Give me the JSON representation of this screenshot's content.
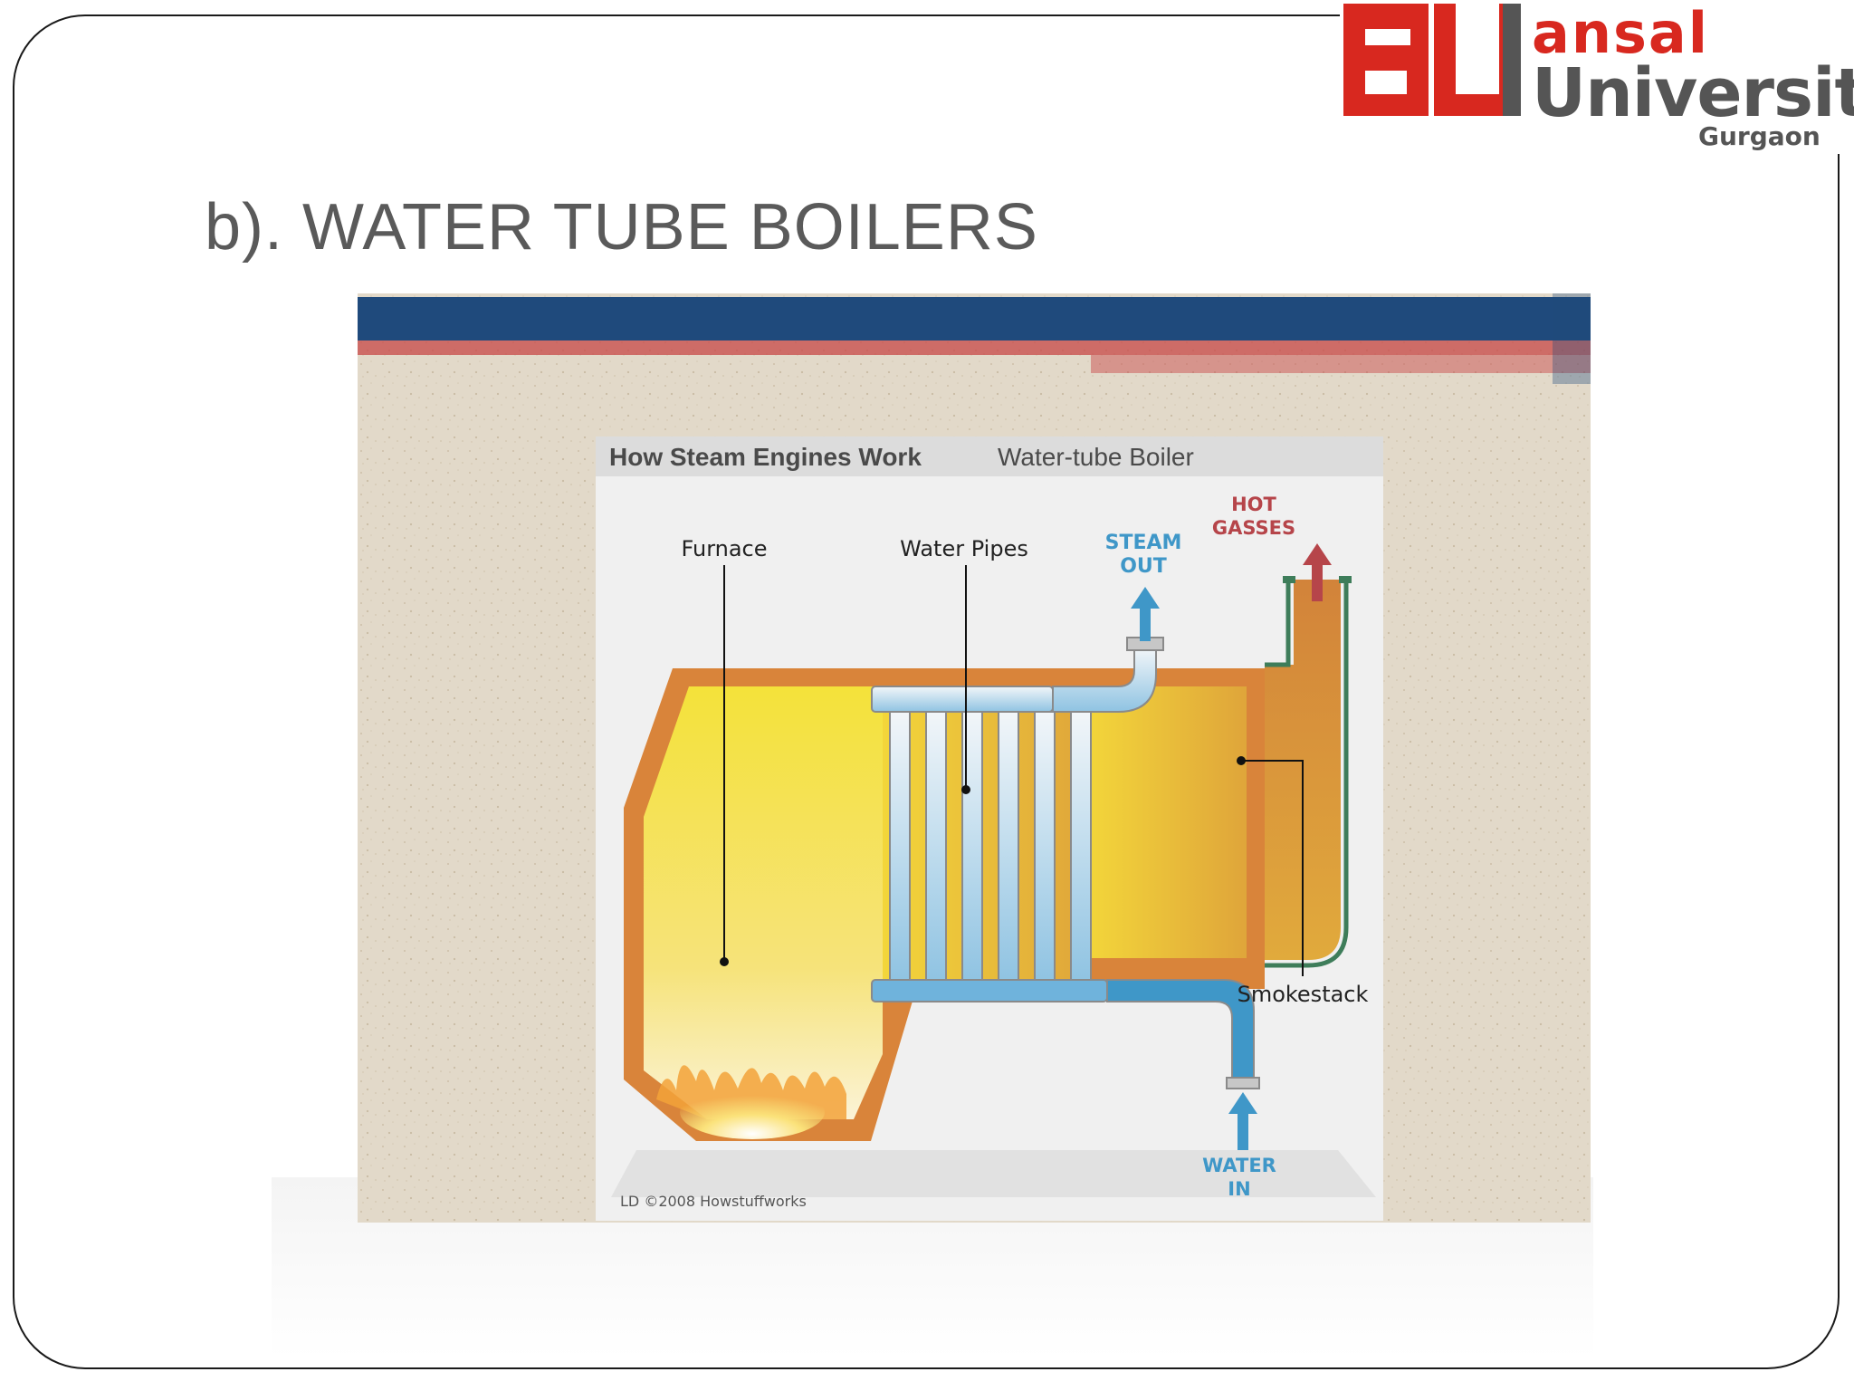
{
  "slide": {
    "title": "b). WATER TUBE BOILERS"
  },
  "logo": {
    "line1": "ansal",
    "line2": "University",
    "line3": "Gurgaon",
    "brand_red": "#d8281f",
    "brand_gray": "#555555"
  },
  "figure": {
    "header_bold": "How Steam Engines Work",
    "header_light": "Water-tube Boiler",
    "labels": {
      "furnace": "Furnace",
      "water_pipes": "Water Pipes",
      "steam_out_1": "STEAM",
      "steam_out_2": "OUT",
      "hot_gasses_1": "HOT",
      "hot_gasses_2": "GASSES",
      "smokestack": "Smokestack",
      "water_in_1": "WATER",
      "water_in_2": "IN"
    },
    "credit": "LD ©2008 Howstuffworks",
    "colors": {
      "banner_blue": "#1f4a7c",
      "banner_red": "#c9504f",
      "sand": "#e2d9c9",
      "panel": "#f0f0f0",
      "furnace_orange": "#d9843a",
      "furnace_yellow": "#f3d63a",
      "water_blue": "#3f97c8",
      "hot_red": "#b6454a",
      "stack_green": "#3e7d5a"
    }
  }
}
